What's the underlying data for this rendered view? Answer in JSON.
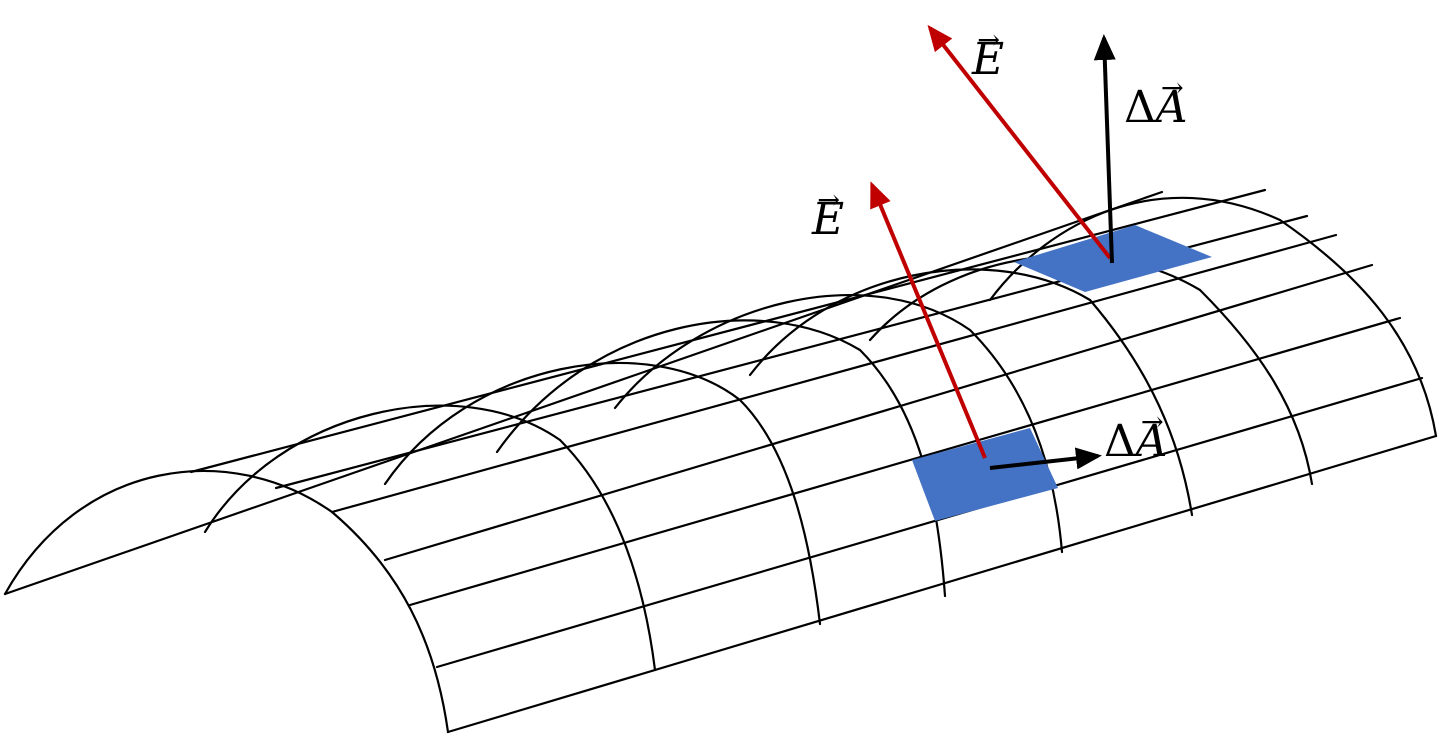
{
  "colors": {
    "surface_lines": "#000000",
    "patch_fill": "#4472c4",
    "field_vector": "#c00000",
    "area_vector": "#000000",
    "background": "#ffffff"
  },
  "labels": {
    "field_top": {
      "symbol": "E"
    },
    "field_side": {
      "symbol": "E"
    },
    "area_top": {
      "prefix": "Δ",
      "symbol": "A"
    },
    "area_side": {
      "prefix": "Δ",
      "symbol": "A"
    }
  }
}
